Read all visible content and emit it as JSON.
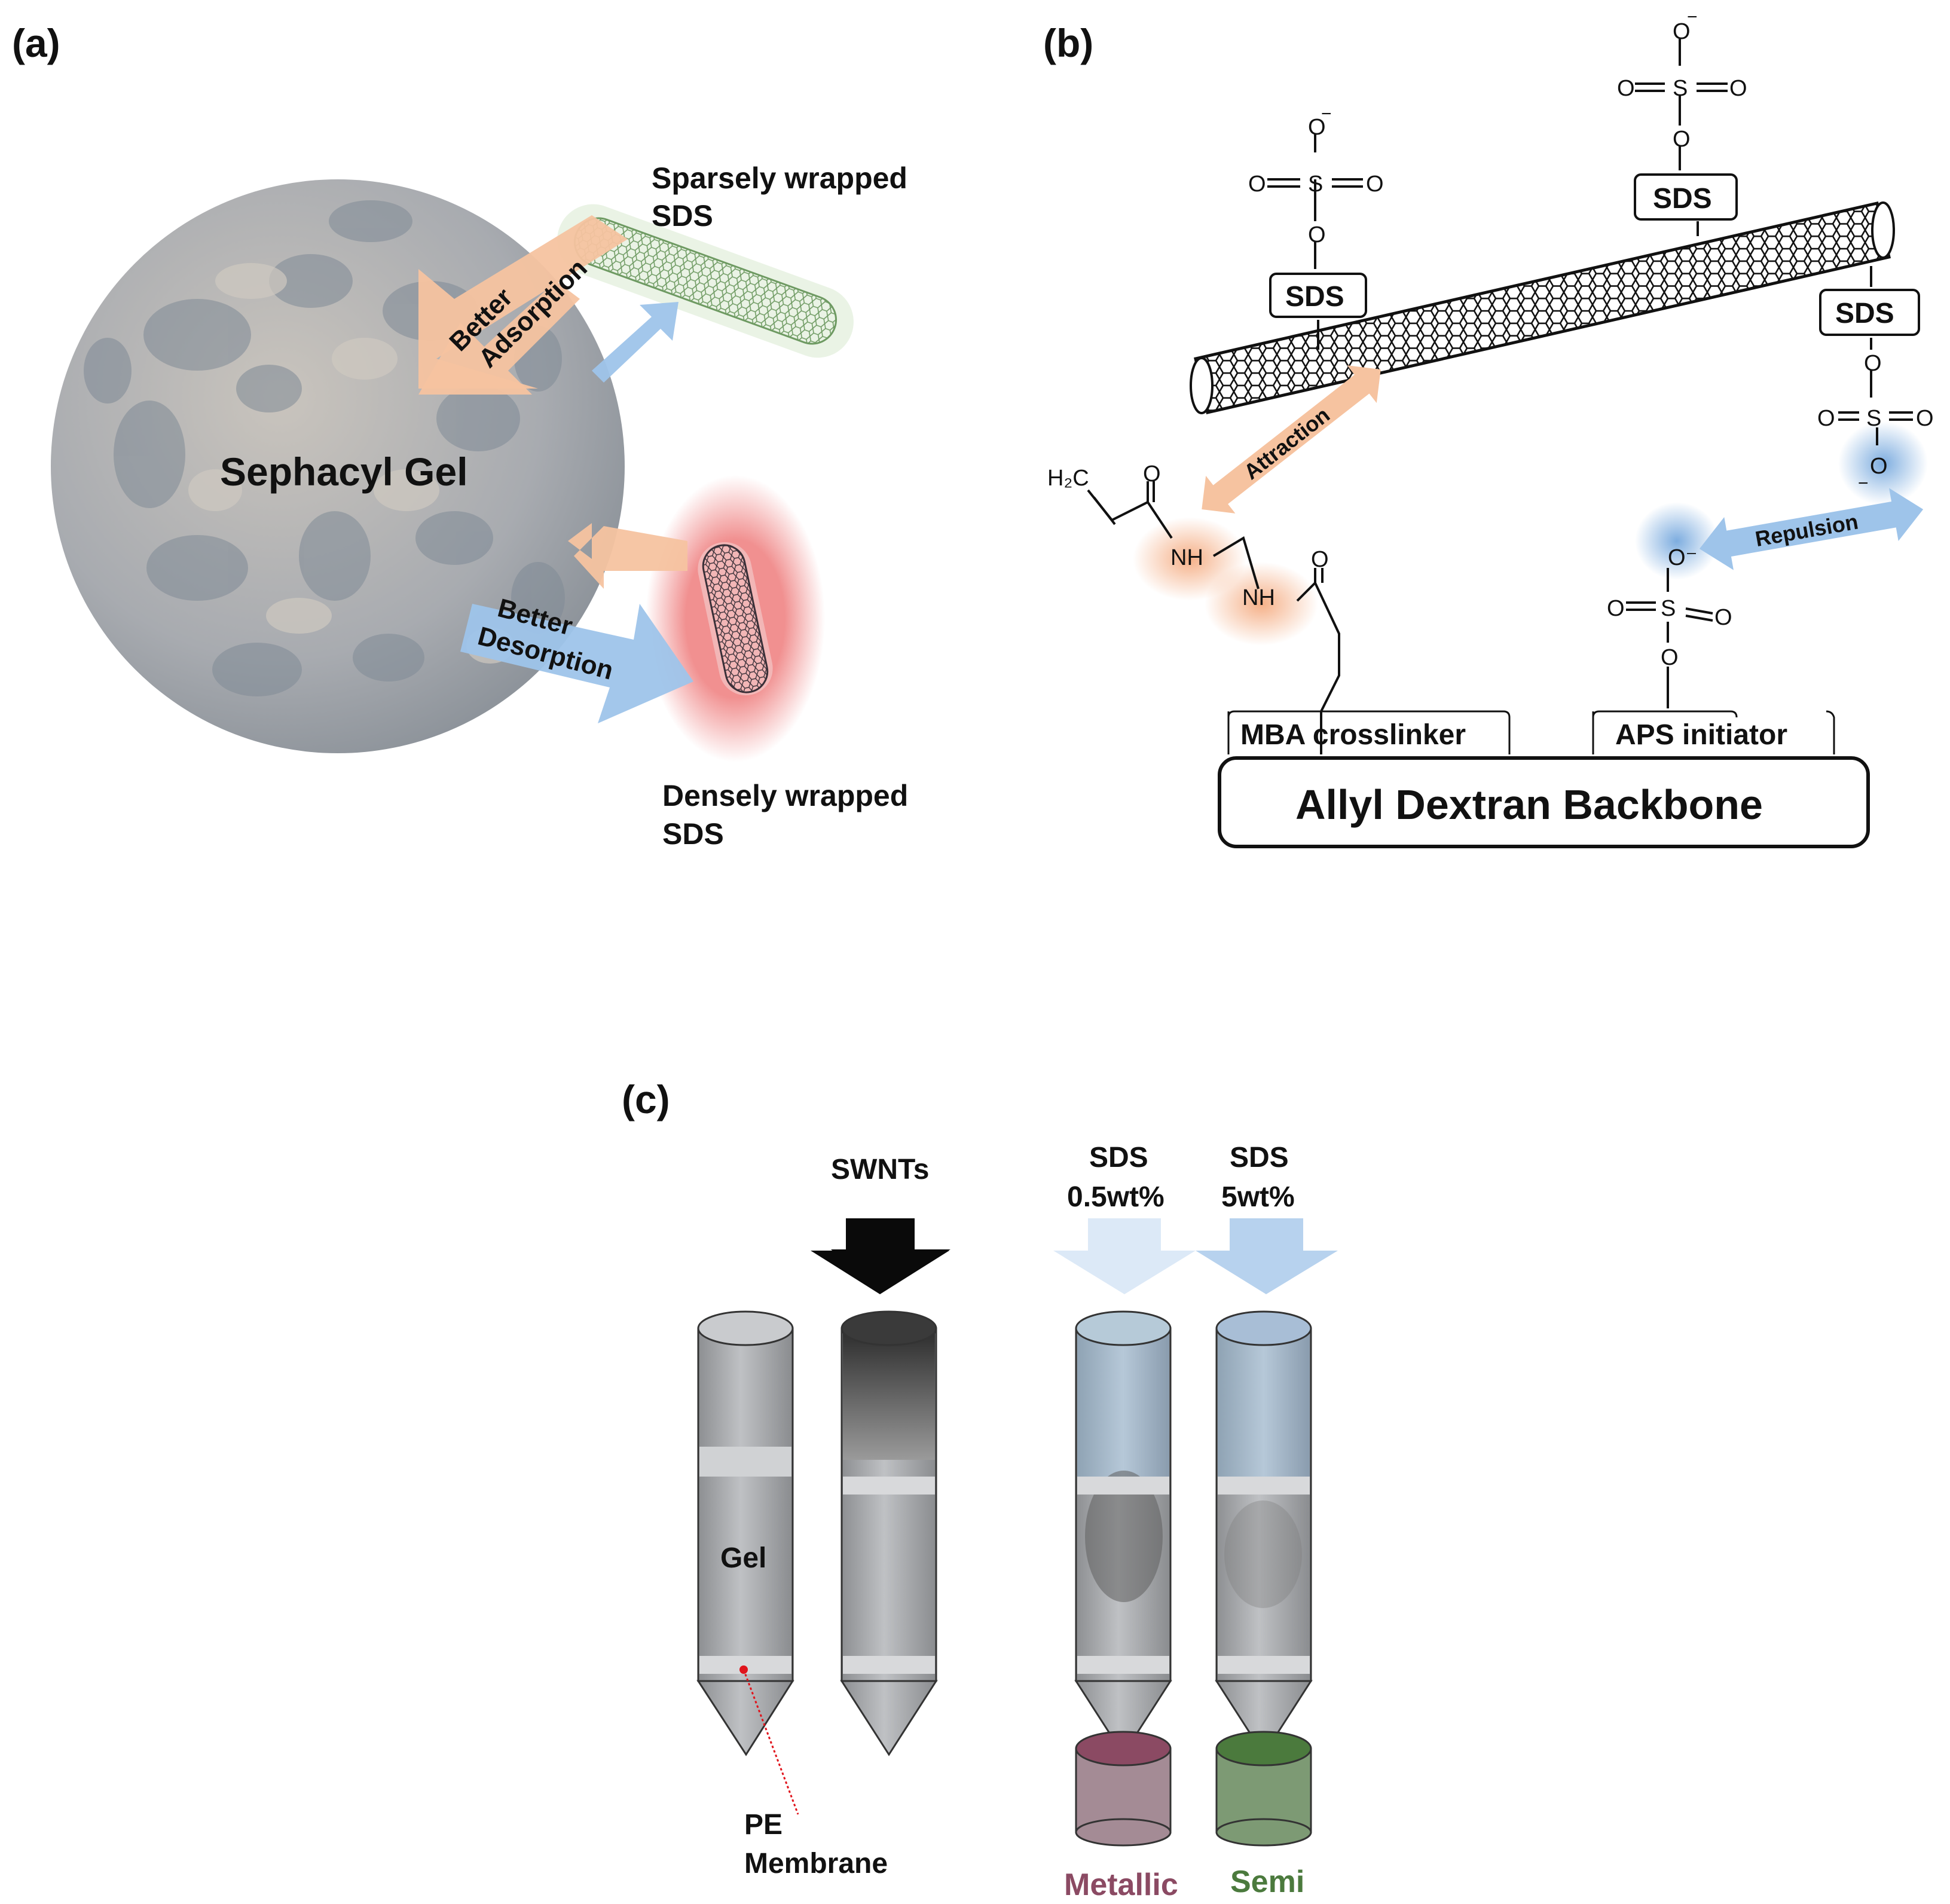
{
  "panels": {
    "a": {
      "label": "(a)",
      "gel": "Sephacyl Gel",
      "sparse": [
        "Sparsely wrapped",
        "SDS"
      ],
      "dense": [
        "Densely wrapped",
        "SDS"
      ],
      "adsorption": [
        "Better",
        "Adsorption"
      ],
      "desorption": [
        "Better",
        "Desorption"
      ]
    },
    "b": {
      "label": "(b)",
      "sds": "SDS",
      "attraction": "Attraction",
      "repulsion": "Repulsion",
      "h2c": "H₂C",
      "o": "O",
      "o_minus": "O⁻",
      "s": "S",
      "nh": "NH",
      "minus": "−",
      "mba": "MBA crosslinker",
      "aps": "APS initiator",
      "backbone": "Allyl Dextran Backbone"
    },
    "c": {
      "label": "(c)",
      "swnts": "SWNTs",
      "sds_low": [
        "SDS",
        "0.5wt%"
      ],
      "sds_high": [
        "SDS",
        "5wt%"
      ],
      "gel": "Gel",
      "membrane": [
        "PE",
        "Membrane"
      ],
      "metallic": "Metallic",
      "semi": "Semi"
    }
  },
  "colors": {
    "orange_arrow": "#f6c3a0",
    "blue_arrow": "#9ec4ea",
    "sphere": "#a7aeb6",
    "metallic": "#8b4a63",
    "semi": "#4b7a3d",
    "black_arrow": "#0a0a0a",
    "sds_low_arrow": "#dce9f7",
    "sds_high_arrow": "#b7d2ee"
  },
  "icons": {
    "gel_bead": "porous-sphere-icon",
    "nanotube": "carbon-nanotube-icon",
    "column": "gel-column-icon",
    "vial": "collection-vial-icon"
  }
}
